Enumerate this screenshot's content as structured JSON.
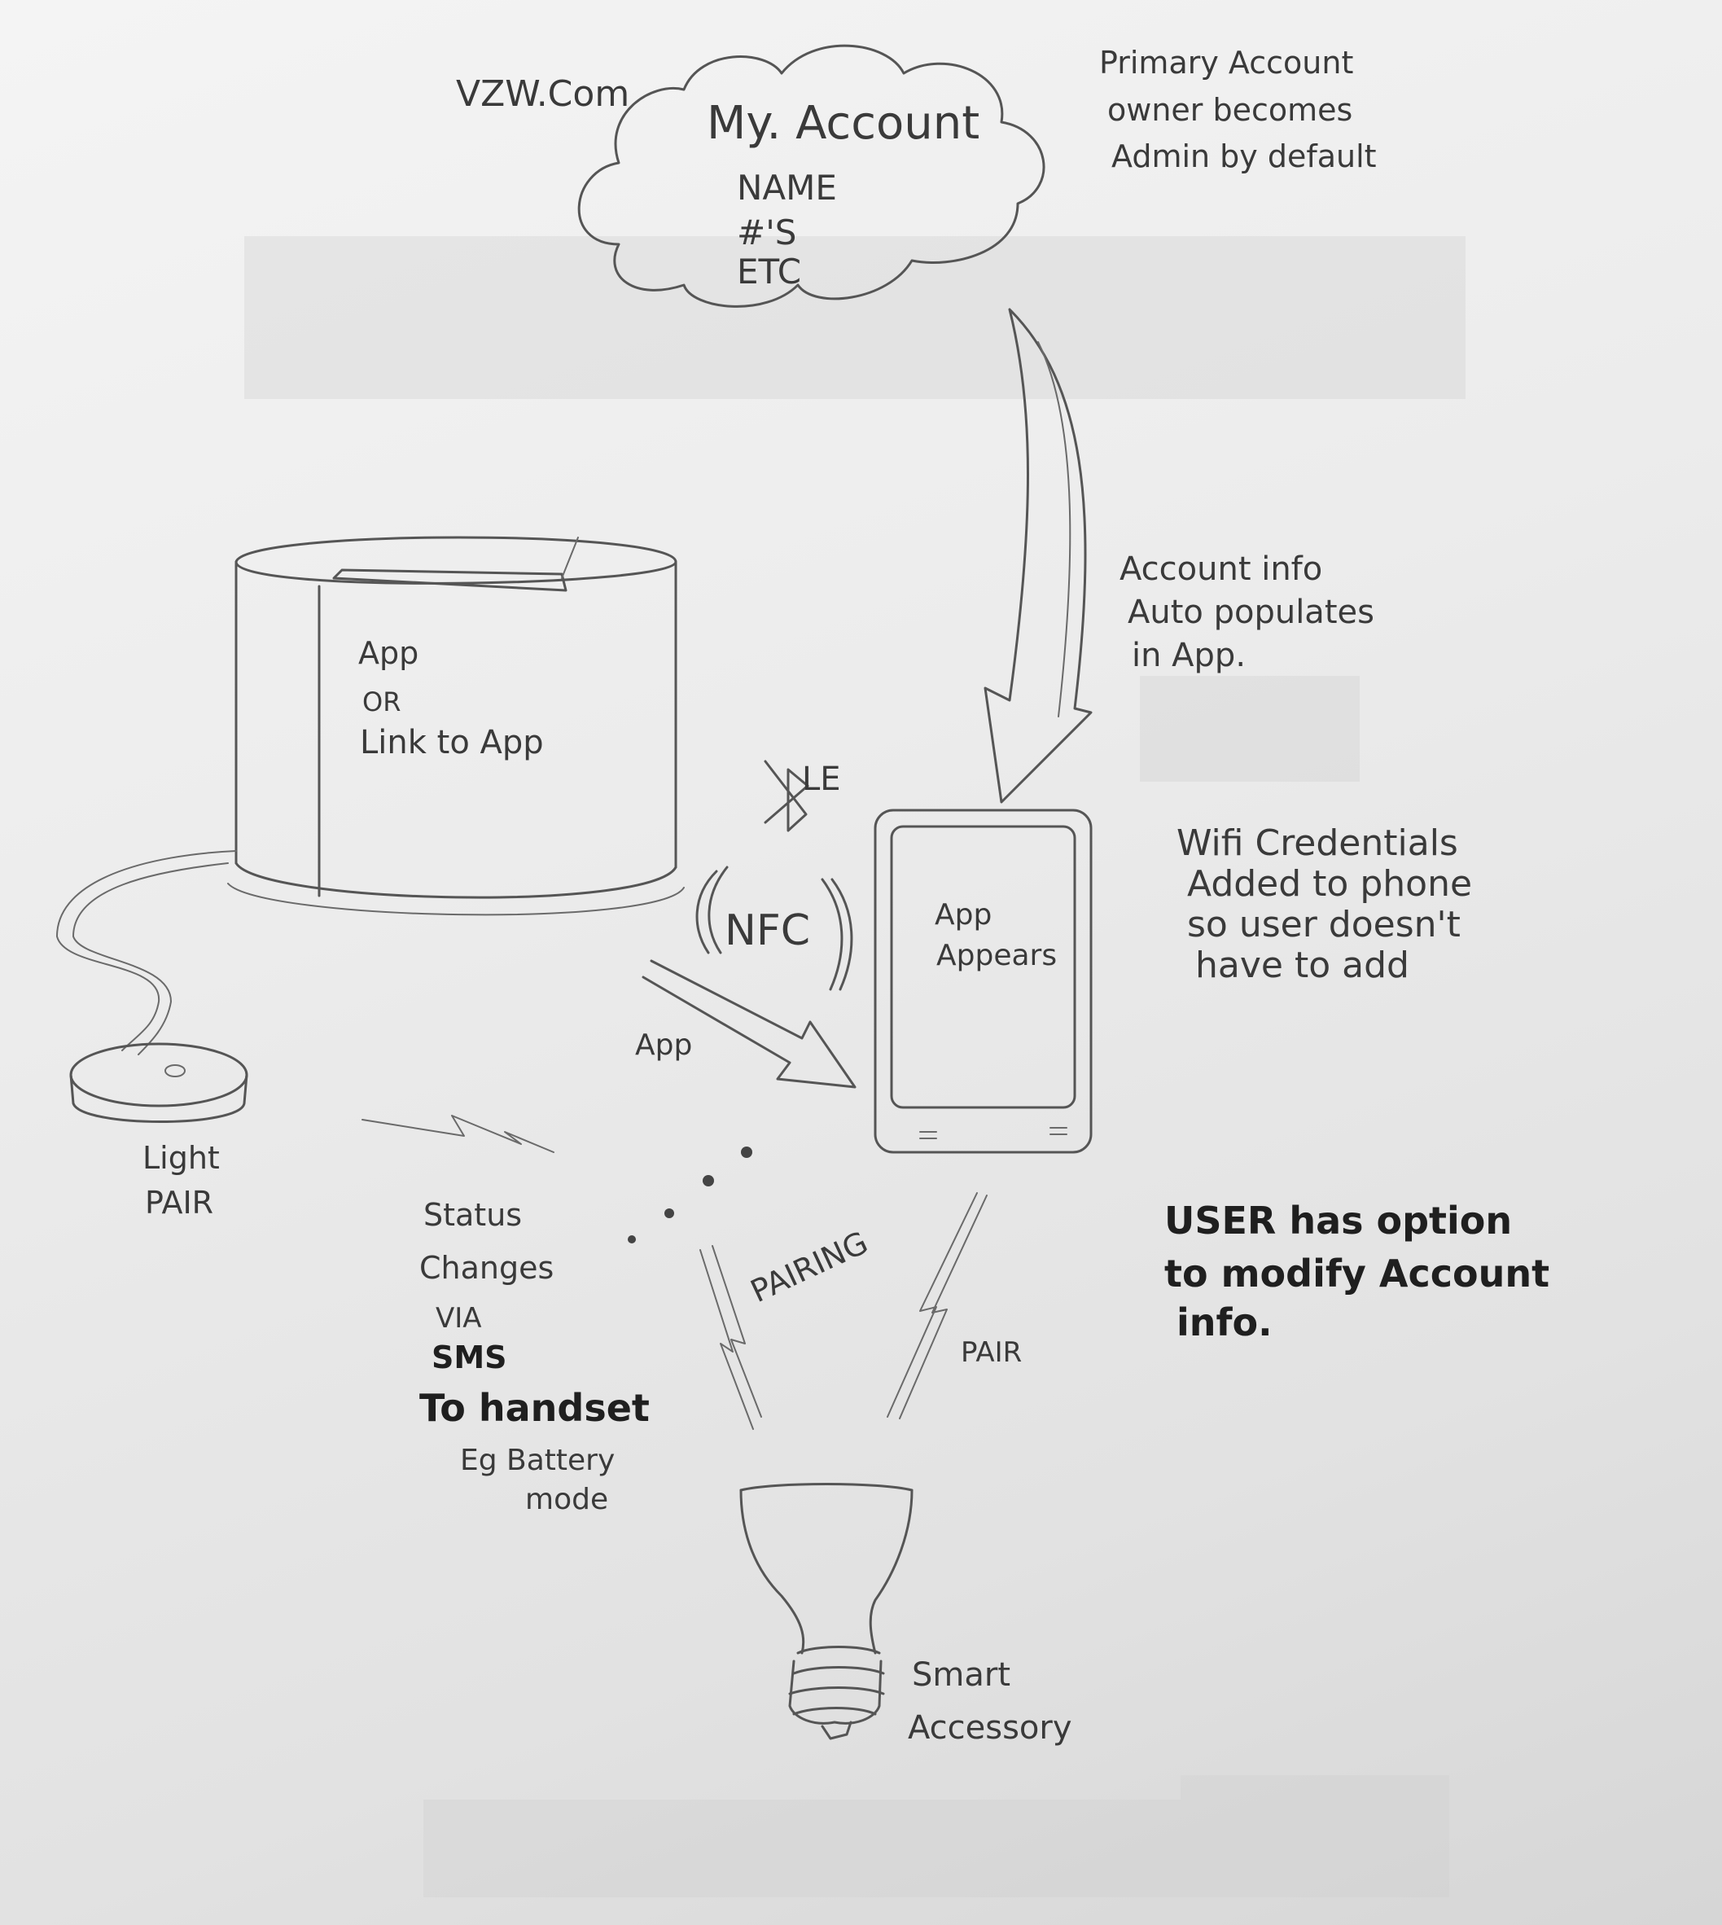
{
  "cloud": {
    "site": "VZW.Com",
    "title": "My. Account",
    "line1": "NAME",
    "line2": "#'S",
    "line3": "ETC"
  },
  "notes": {
    "primary": [
      "Primary Account",
      "owner becomes",
      "Admin by default"
    ],
    "account_info": [
      "Account info",
      "Auto populates",
      "in App."
    ],
    "wifi": [
      "Wifi Credentials",
      "Added to phone",
      "so user doesn't",
      "have to add"
    ],
    "user_option": [
      "USER has option",
      "to modify Account",
      "info."
    ],
    "status": [
      "Status",
      "Changes",
      "VIA",
      "SMS",
      "To handset",
      "Eg Battery",
      "mode"
    ]
  },
  "box": {
    "lines": [
      "App",
      "OR",
      "Link to App"
    ]
  },
  "phone": {
    "lines": [
      "App",
      "Appears"
    ]
  },
  "labels": {
    "ble": "LE",
    "nfc": "NFC",
    "app_arrow": "App",
    "light_pair": [
      "Light",
      "PAIR"
    ],
    "pairing": "PAIRING",
    "pair": "PAIR",
    "smart_accessory": [
      "Smart",
      "Accessory"
    ]
  }
}
